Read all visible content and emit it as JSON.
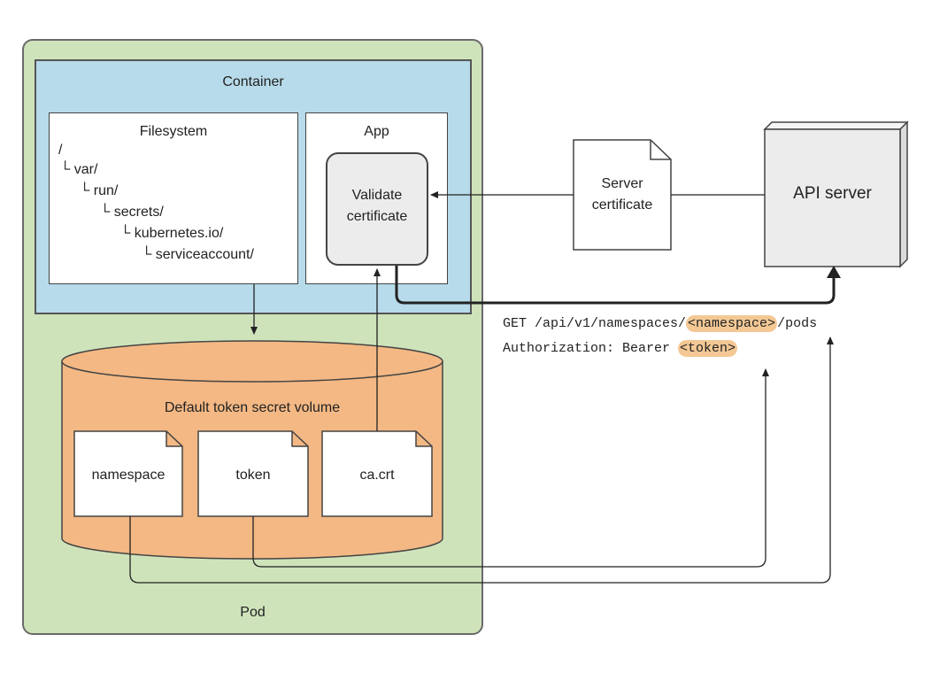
{
  "pod": {
    "label": "Pod"
  },
  "container": {
    "label": "Container"
  },
  "filesystem": {
    "title": "Filesystem",
    "tree": [
      "/",
      "└ var/",
      "└ run/",
      "└ secrets/",
      "└ kubernetes.io/",
      "└ serviceaccount/"
    ]
  },
  "app": {
    "title": "App",
    "validate_line1": "Validate",
    "validate_line2": "certificate"
  },
  "volume": {
    "label": "Default token secret volume",
    "files": [
      "namespace",
      "token",
      "ca.crt"
    ]
  },
  "certificate": {
    "line1": "Server",
    "line2": "certificate"
  },
  "api_server": {
    "label": "API server"
  },
  "request": {
    "line1_prefix": "GET /api/v1/namespaces/",
    "line1_param": "<namespace>",
    "line1_suffix": "/pods",
    "line2_prefix": "Authorization: Bearer ",
    "line2_param": "<token>"
  },
  "colors": {
    "pod_bg": "#cfe3bb",
    "container_bg": "#b7dbea",
    "volume_bg": "#f3b884",
    "highlight": "#f3c895",
    "api_server_bg": "#ececec"
  }
}
